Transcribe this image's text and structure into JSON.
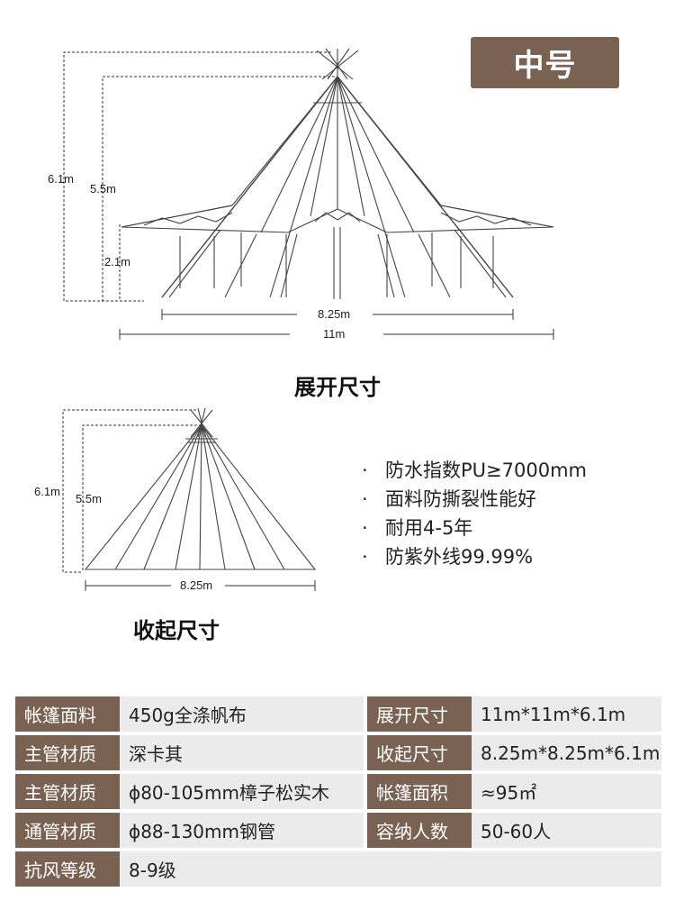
{
  "badge": "中号",
  "expanded": {
    "caption": "展开尺寸",
    "dims": {
      "total_height": "6.1m",
      "top_height": "5.5m",
      "wall_height": "2.1m",
      "inner_width": "8.25m",
      "outer_width": "11m"
    }
  },
  "folded": {
    "caption": "收起尺寸",
    "dims": {
      "total_height": "6.1m",
      "top_height": "5.5m",
      "width": "8.25m"
    }
  },
  "features": [
    {
      "bullet": "·",
      "text": "防水指数PU≥7000mm"
    },
    {
      "bullet": "·",
      "text": "面料防撕裂性能好"
    },
    {
      "bullet": "·",
      "text": "耐用4-5年"
    },
    {
      "bullet": "·",
      "text": "防紫外线99.99%"
    }
  ],
  "specs": [
    [
      {
        "label": "帐篷面料",
        "value": "450g全涤帆布"
      },
      {
        "label": "展开尺寸",
        "value": "11m*11m*6.1m"
      }
    ],
    [
      {
        "label": "主管材质",
        "value": "深卡其"
      },
      {
        "label": "收起尺寸",
        "value": "8.25m*8.25m*6.1m"
      }
    ],
    [
      {
        "label": "主管材质",
        "value": "ϕ80-105mm樟子松实木"
      },
      {
        "label": "帐篷面积",
        "value": "≈95㎡"
      }
    ],
    [
      {
        "label": "通管材质",
        "value": "ϕ88-130mm钢管"
      },
      {
        "label": "容纳人数",
        "value": "50-60人"
      }
    ],
    [
      {
        "label": "抗风等级",
        "value": "8-9级"
      }
    ]
  ],
  "colors": {
    "accent": "#7a6253",
    "cell": "#ebebeb"
  }
}
